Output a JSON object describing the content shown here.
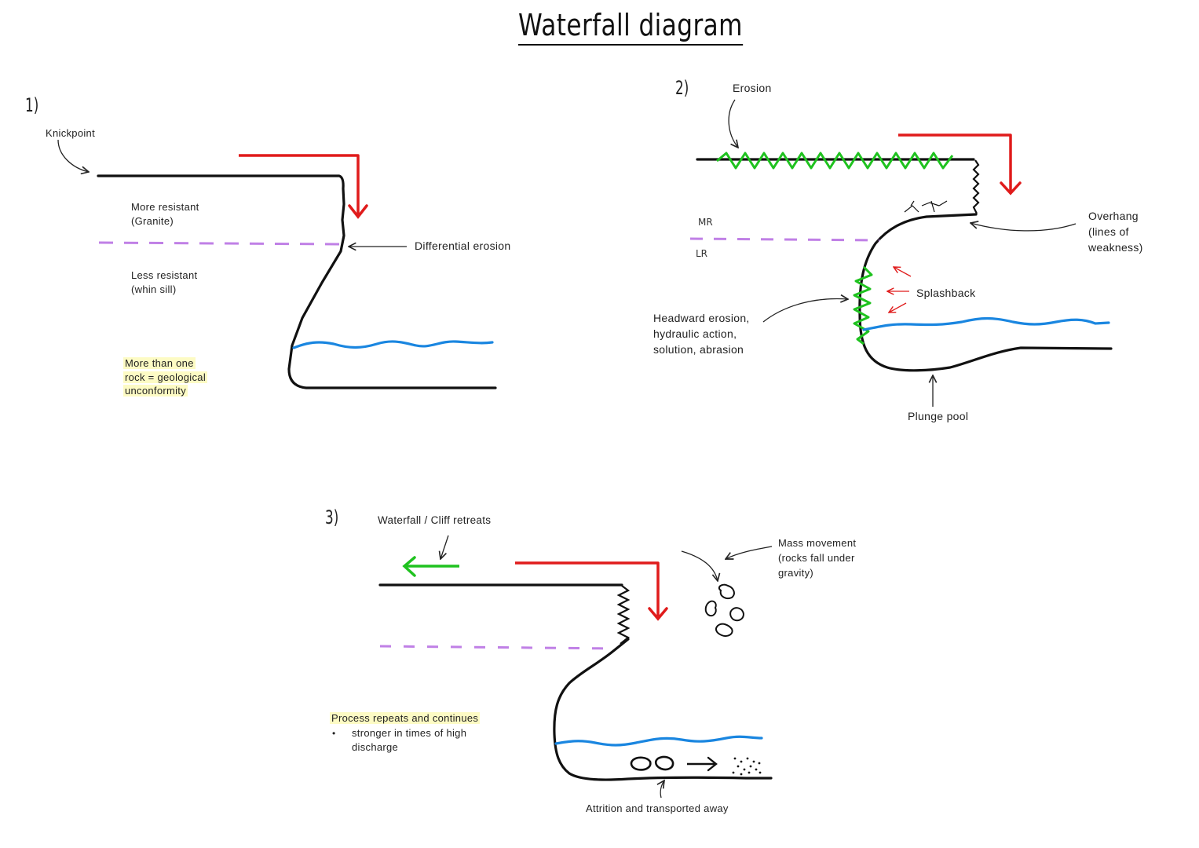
{
  "title": "Waterfall diagram",
  "step1": {
    "number": "1)",
    "knickpoint": "Knickpoint",
    "more_resistant": [
      "More resistant",
      "(Granite)"
    ],
    "less_resistant": [
      "Less resistant",
      "(whin sill)"
    ],
    "differential": "Differential erosion",
    "note": [
      "More than one",
      "rock = geological",
      "unconformity"
    ]
  },
  "step2": {
    "number": "2)",
    "erosion": "Erosion",
    "mr": "MR",
    "lr": "LR",
    "overhang": [
      "Overhang",
      "(lines of",
      "weakness)"
    ],
    "splashback": "Splashback",
    "headward": [
      "Headward erosion,",
      "hydraulic action,",
      "solution, abrasion"
    ],
    "plunge_pool": "Plunge pool"
  },
  "step3": {
    "number": "3)",
    "retreats": "Waterfall / Cliff retreats",
    "mass_movement": [
      "Mass movement",
      "(rocks fall under",
      "gravity)"
    ],
    "process": "Process repeats and continues",
    "stronger": [
      "stronger in times of high",
      "discharge"
    ],
    "attrition": "Attrition and transported away"
  },
  "colors": {
    "rock_line": "#111111",
    "water": "#1a86e0",
    "flow_arrow": "#e01b1b",
    "erosion": "#1fc21f",
    "boundary": "#c080e6",
    "highlight": "#fdfbc4"
  }
}
